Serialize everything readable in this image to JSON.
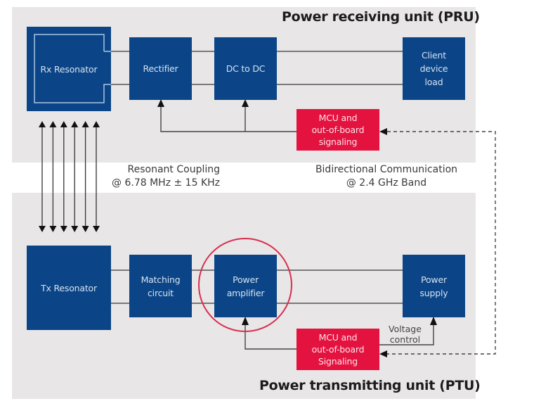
{
  "colors": {
    "block_blue": "#0b4587",
    "block_red": "#e4123f",
    "panel_gray": "#e9e6e7",
    "highlight_circle": "#d6304e"
  },
  "pru": {
    "title": "Power receiving unit (PRU)",
    "blocks": {
      "rx_resonator": "Rx Resonator",
      "rectifier": "Rectifier",
      "dc_to_dc": "DC to DC",
      "client_load": "Client\ndevice\nload",
      "mcu": "MCU and\nout-of-board\nsignaling"
    }
  },
  "ptu": {
    "title": "Power transmitting unit (PTU)",
    "blocks": {
      "tx_resonator": "Tx Resonator",
      "matching_circuit": "Matching\ncircuit",
      "power_amplifier": "Power\namplifier",
      "power_supply": "Power\nsupply",
      "mcu": "MCU and\nout-of-board\nSignaling"
    },
    "voltage_control_label": "Voltage\ncontrol"
  },
  "captions": {
    "coupling_line1": "Resonant Coupling",
    "coupling_line2": "@ 6.78 MHz ± 15 KHz",
    "comm_line1": "Bidirectional Communication",
    "comm_line2": "@ 2.4 GHz Band"
  },
  "highlighted_block": "power_amplifier",
  "coupling_arrow_count": 6
}
